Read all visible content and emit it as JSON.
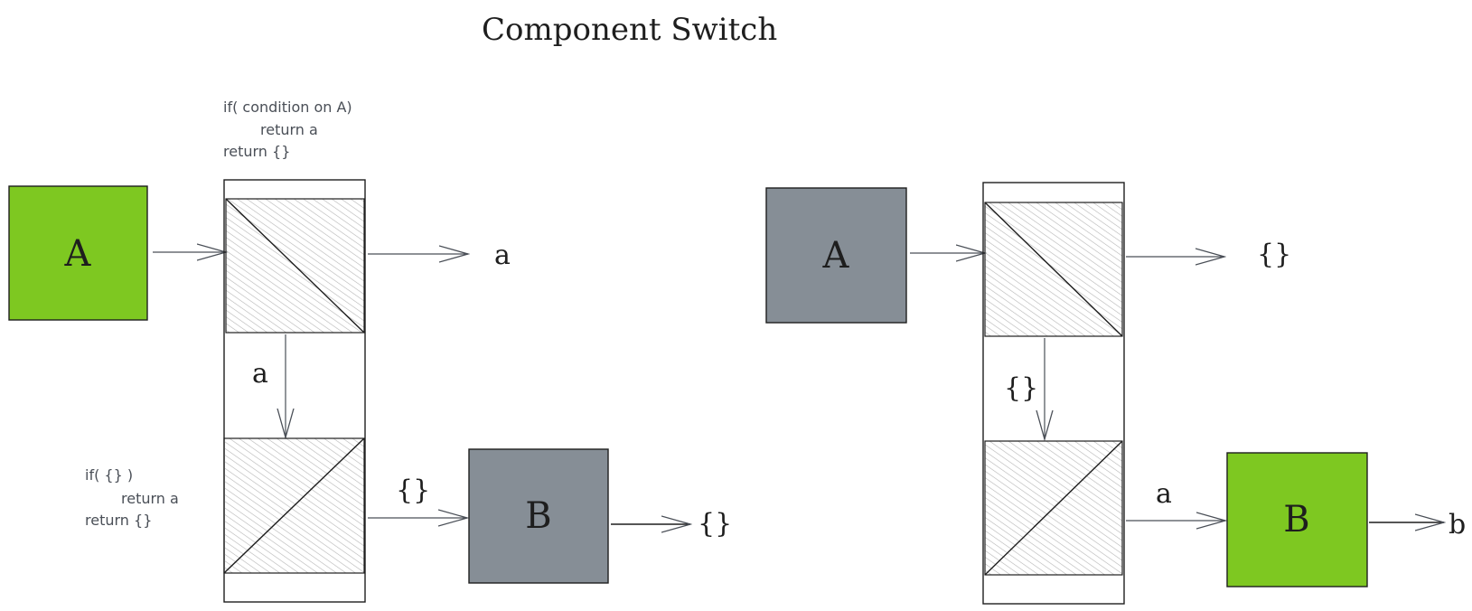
{
  "title": "Component Switch",
  "colors": {
    "active": "#7ec821",
    "inactive": "#868e96",
    "hatch": "#b8b8b8",
    "ink": "#1e1e1e"
  },
  "left": {
    "input_box": {
      "label": "A",
      "state": "active"
    },
    "top_switch_note": [
      "if( condition on A)",
      "return a",
      "return {}"
    ],
    "top_output_label": "a",
    "inner_arrow_label": "a",
    "bottom_switch_note": [
      "if( {} )",
      "return a",
      "return {}"
    ],
    "to_b_label": "{}",
    "b_box": {
      "label": "B",
      "state": "inactive"
    },
    "b_output_label": "{}"
  },
  "right": {
    "input_box": {
      "label": "A",
      "state": "inactive"
    },
    "top_output_label": "{}",
    "inner_arrow_label": "{}",
    "to_b_label": "a",
    "b_box": {
      "label": "B",
      "state": "active"
    },
    "b_output_label": "b"
  }
}
